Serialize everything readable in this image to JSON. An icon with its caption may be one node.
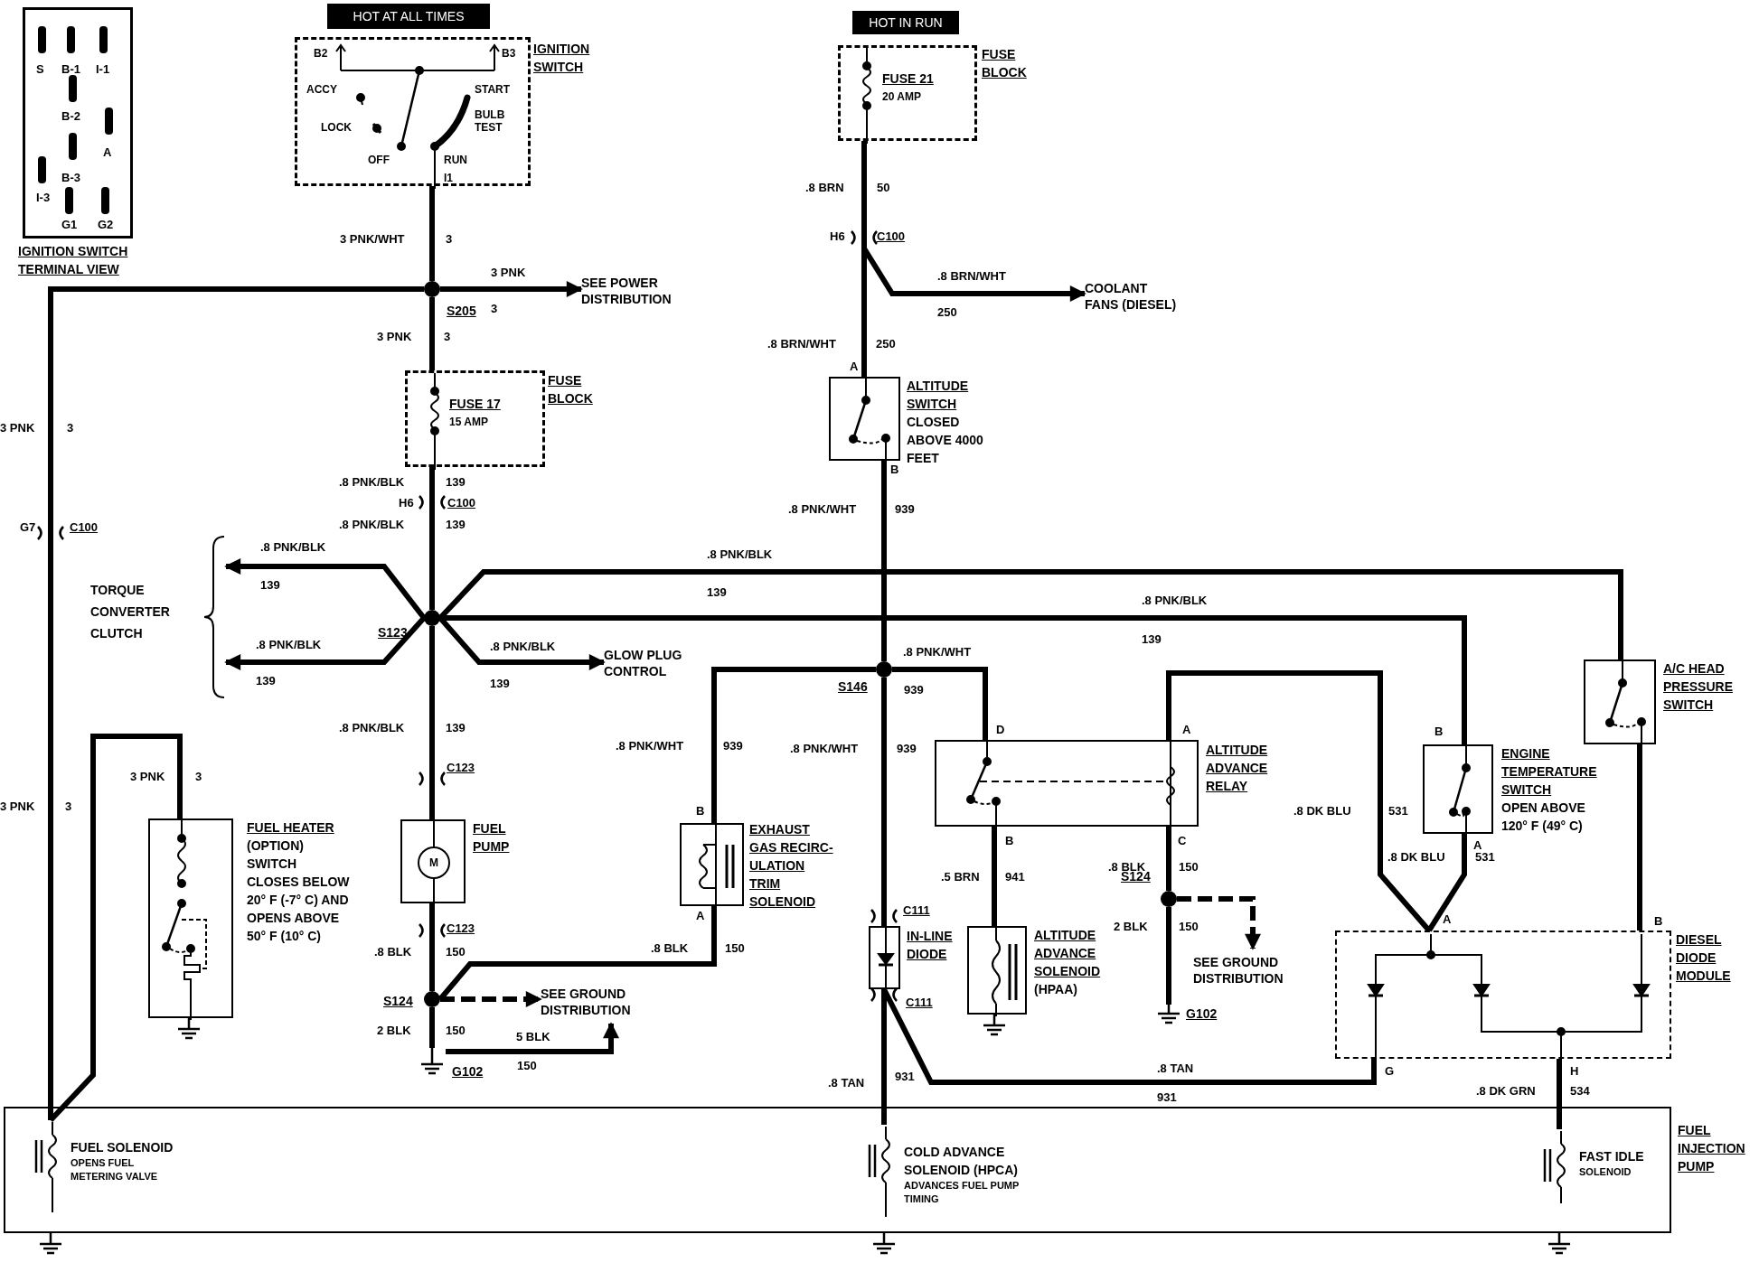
{
  "diagram": {
    "nodes": [
      {
        "text": [
          "S",
          "B-1",
          "I-1",
          "B-2",
          "A",
          "B-3",
          "I-3",
          "G1",
          "G2"
        ],
        "beside": [
          "IGNITION SWITCH TERMINAL VIEW"
        ]
      },
      {
        "text": [
          "HOT AT ALL TIMES"
        ]
      },
      {
        "text": [
          "B2",
          "B3",
          "ACCY",
          "START",
          "LOCK",
          "BULB TEST",
          "OFF",
          "RUN",
          "I1"
        ],
        "beside": [
          "IGNITION SWITCH"
        ]
      },
      {
        "text": [],
        "shape": "circle",
        "beside": [
          "S205"
        ]
      },
      {
        "text": [
          "SEE POWER DISTRIBUTION"
        ]
      },
      {
        "text": [
          "FUSE 17",
          "15 AMP"
        ],
        "beside": [
          "FUSE BLOCK"
        ]
      },
      {
        "text": [],
        "shape": "circle",
        "beside": [
          "S123"
        ]
      },
      {
        "text": [
          "TORQUE CONVERTER CLUTCH"
        ]
      },
      {
        "text": [
          "GLOW PLUG CONTROL"
        ]
      },
      {
        "text": [
          "M"
        ],
        "beside": [
          "FUEL PUMP"
        ]
      },
      {
        "text": [],
        "shape": "circle",
        "beside": [
          "S124"
        ]
      },
      {
        "text": [
          "SEE GROUND DISTRIBUTION"
        ]
      },
      {
        "text": [],
        "shape": "ground",
        "beside": [
          "G102"
        ]
      },
      {
        "text": [],
        "shape": "box",
        "beside": [
          "FUEL HEATER",
          "(OPTION) SWITCH CLOSES BELOW 20° F (-7° C) AND OPENS ABOVE 50° F (10° C)"
        ]
      },
      {
        "text": [
          "HOT IN RUN"
        ]
      },
      {
        "text": [
          "FUSE 21",
          "20 AMP"
        ],
        "beside": [
          "FUSE BLOCK"
        ]
      },
      {
        "text": [
          "COOLANT FANS (DIESEL)"
        ]
      },
      {
        "text": [],
        "shape": "box",
        "beside": [
          "ALTITUDE SWITCH",
          "CLOSED ABOVE 4000 FEET"
        ]
      },
      {
        "text": [],
        "shape": "circle",
        "beside": [
          "S146"
        ]
      },
      {
        "text": [],
        "shape": "box",
        "beside": [
          "EXHAUST GAS RECIRC- ULATION TRIM SOLENOID"
        ]
      },
      {
        "text": [],
        "shape": "box",
        "beside": [
          "IN-LINE DIODE"
        ]
      },
      {
        "text": [],
        "shape": "box",
        "beside": [
          "ALTITUDE ADVANCE RELAY"
        ]
      },
      {
        "text": [],
        "shape": "box",
        "beside": [
          "ALTITUDE ADVANCE SOLENOID",
          "(HPAA)"
        ]
      },
      {
        "text": [],
        "shape": "circle",
        "beside": [
          "S124"
        ]
      },
      {
        "text": [
          "SEE GROUND DISTRIBUTION"
        ]
      },
      {
        "text": [],
        "shape": "ground",
        "beside": [
          "G102"
        ]
      },
      {
        "text": [],
        "shape": "box",
        "beside": [
          "ENGINE TEMPERATURE SWITCH",
          "OPEN ABOVE 120° F (49° C)"
        ]
      },
      {
        "text": [],
        "shape": "box",
        "beside": [
          "A/C HEAD PRESSURE SWITCH"
        ]
      },
      {
        "text": [],
        "shape": "box",
        "beside": [
          "DIESEL DIODE MODULE"
        ]
      },
      {
        "text": [],
        "shape": "box",
        "beside": [
          "FUEL INJECTION PUMP"
        ]
      },
      {
        "text": [
          "FUEL SOLENOID",
          "OPENS FUEL METERING VALVE"
        ],
        "in": 29
      },
      {
        "text": [
          "COLD ADVANCE SOLENOID (HPCA)",
          "ADVANCES FUEL PUMP TIMING"
        ],
        "in": 29
      },
      {
        "text": [
          "FAST IDLE",
          "SOLENOID"
        ],
        "in": 29
      }
    ],
    "edges": [
      {
        "from": 2,
        "to": 3,
        "arrow": "none"
      },
      {
        "from": 3,
        "to": 4,
        "arrow": "to"
      },
      {
        "from": 3,
        "to": 30,
        "arrow": "none"
      },
      {
        "from": 3,
        "to": 5,
        "arrow": "none"
      },
      {
        "from": 5,
        "to": 6,
        "arrow": "none"
      },
      {
        "from": 6,
        "to": 7,
        "arrow": "to"
      },
      {
        "from": 6,
        "to": 7,
        "arrow": "to"
      },
      {
        "from": 6,
        "to": 8,
        "arrow": "to"
      },
      {
        "from": 6,
        "to": 27,
        "arrow": "none"
      },
      {
        "from": 6,
        "to": 26,
        "arrow": "none"
      },
      {
        "from": 6,
        "to": 9,
        "arrow": "none"
      },
      {
        "from": 9,
        "to": 10,
        "arrow": "none"
      },
      {
        "from": 10,
        "to": 11,
        "arrow": "to",
        "style": "dashed"
      },
      {
        "from": 10,
        "to": 12,
        "arrow": "none"
      },
      {
        "from": 12,
        "to": 11,
        "arrow": "to"
      },
      {
        "from": 13,
        "to": 30,
        "arrow": "none"
      },
      {
        "from": 15,
        "to": 16,
        "arrow": "to"
      },
      {
        "from": 15,
        "to": 17,
        "arrow": "none"
      },
      {
        "from": 17,
        "to": 18,
        "arrow": "none"
      },
      {
        "from": 18,
        "to": 19,
        "arrow": "none"
      },
      {
        "from": 18,
        "to": 21,
        "arrow": "none"
      },
      {
        "from": 18,
        "to": 20,
        "arrow": "none"
      },
      {
        "from": 19,
        "to": 10,
        "arrow": "none"
      },
      {
        "from": 21,
        "to": 22,
        "arrow": "none"
      },
      {
        "from": 21,
        "to": 23,
        "arrow": "none"
      },
      {
        "from": 23,
        "to": 24,
        "arrow": "to",
        "style": "dashed"
      },
      {
        "from": 23,
        "to": 25,
        "arrow": "none"
      },
      {
        "from": 21,
        "to": 28,
        "arrow": "none"
      },
      {
        "from": 26,
        "to": 28,
        "arrow": "none"
      },
      {
        "from": 27,
        "to": 28,
        "arrow": "none"
      },
      {
        "from": 20,
        "to": 31,
        "arrow": "none"
      },
      {
        "from": 20,
        "to": 28,
        "arrow": "none"
      },
      {
        "from": 28,
        "to": 32,
        "arrow": "none"
      }
    ],
    "labels": [
      "3 PNK/WHT",
      "3",
      "3 PNK",
      "3",
      "3 PNK",
      "3",
      "3 PNK",
      "3",
      ".8 PNK/BLK",
      "139",
      "H6",
      "C100",
      "G7",
      "C100",
      ".8 PNK/BLK",
      "139",
      ".8 PNK/BLK",
      "139",
      ".8 PNK/BLK",
      "139",
      ".8 PNK/BLK",
      "139",
      ".8 PNK/BLK",
      "139",
      ".8 PNK/BLK",
      "139",
      ".8 PNK/BLK",
      "139",
      "C123",
      "3 PNK",
      "3",
      "3 PNK",
      "3",
      "C123",
      ".8 BLK",
      "150",
      "2 BLK",
      "150",
      "5 BLK",
      "150",
      ".8 PNK/WHT",
      "939",
      "B",
      "A",
      ".8 BLK",
      "150",
      ".8 BRN",
      "50",
      "H6",
      "C100",
      ".8 BRN/WHT",
      "250",
      ".8 BRN/WHT",
      "250",
      "A",
      "B",
      ".8 PNK/WHT",
      "939",
      ".8 PNK/WHT",
      "939",
      ".8 PNK/WHT",
      "939",
      "C111",
      "C111",
      ".8 TAN",
      "931",
      ".8 TAN",
      "931",
      "D",
      "A",
      "B",
      "C",
      ".5 BRN",
      "941",
      ".8 BLK",
      "150",
      "2 BLK",
      "150",
      ".8 DK BLU",
      "531",
      "B",
      "A",
      ".8 DK BLU",
      "531",
      "A",
      "B",
      "G",
      "H",
      ".8 DK GRN",
      "534"
    ]
  }
}
